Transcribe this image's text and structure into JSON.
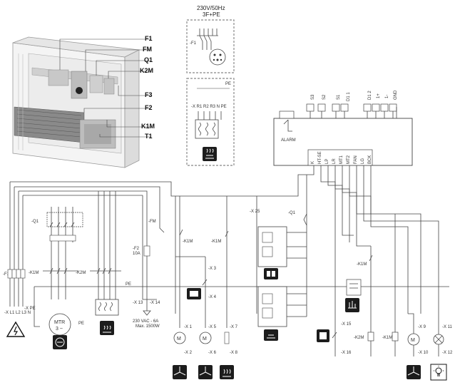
{
  "supply_header": {
    "voltage": "230V/50Hz",
    "phases": "3F+PE"
  },
  "callouts": [
    "F1",
    "FM",
    "Q1",
    "K2M",
    "F3",
    "F2",
    "K1M",
    "T1"
  ],
  "terminals": {
    "x_l_row": "-X L1 L2 L3 N",
    "x_pe": "-X PE",
    "pe": "PE",
    "x13": "-X 13",
    "x14": "-X 14",
    "x25": "-X 25",
    "x1": "-X 1",
    "x2": "-X 2",
    "x3": "-X 3",
    "x4": "-X 4",
    "x5": "-X 5",
    "x6": "-X 6",
    "x7": "-X 7",
    "x8": "-X 8",
    "x9": "-X 9",
    "x10": "-X 10",
    "x11": "-X 11",
    "x12": "-X 12",
    "x15": "-X 15",
    "x16": "-X 16"
  },
  "components": {
    "f1": "-F1",
    "q1": "-Q1",
    "k1m": "-K1M",
    "k2m": "-K2M",
    "fm": "-FM",
    "f2": "-F2",
    "f2_rating": "10A",
    "mtr": "MTR",
    "mtr_phase": "3 ~",
    "x_r1r2r3n": "-X R1 R2 R3 N PE",
    "f1_header": "-F1",
    "alarm": "ALARM",
    "k1m_coil": "-K1M",
    "k2m_coil": "-K2M",
    "k1m_contact": "-K1M"
  },
  "psu_note": {
    "line1": "230 VAC - 6A",
    "line2": "Max. 1500W"
  },
  "board_top_labels": [
    "S3",
    "S2",
    "S1",
    "D1 1",
    "D1 2",
    "1+",
    "1-",
    "GND"
  ],
  "board_bottom_labels": [
    "K",
    "HT-SE",
    "LP",
    "LR",
    "MT1",
    "MT2",
    "FAN",
    "LG",
    "BCK"
  ],
  "colors": {
    "wire": "#444444",
    "icon_bg": "#1c1c1c",
    "dashed": "#888888"
  },
  "icons": [
    "high-voltage-icon",
    "motor-icon",
    "heater-icon",
    "fan-icon",
    "fan-icon",
    "heater-coil-icon",
    "fan-icon",
    "lamp-icon",
    "cabinet-icon",
    "board-icon",
    "sensor-icon",
    "hand-icon",
    "thermo-icon"
  ]
}
